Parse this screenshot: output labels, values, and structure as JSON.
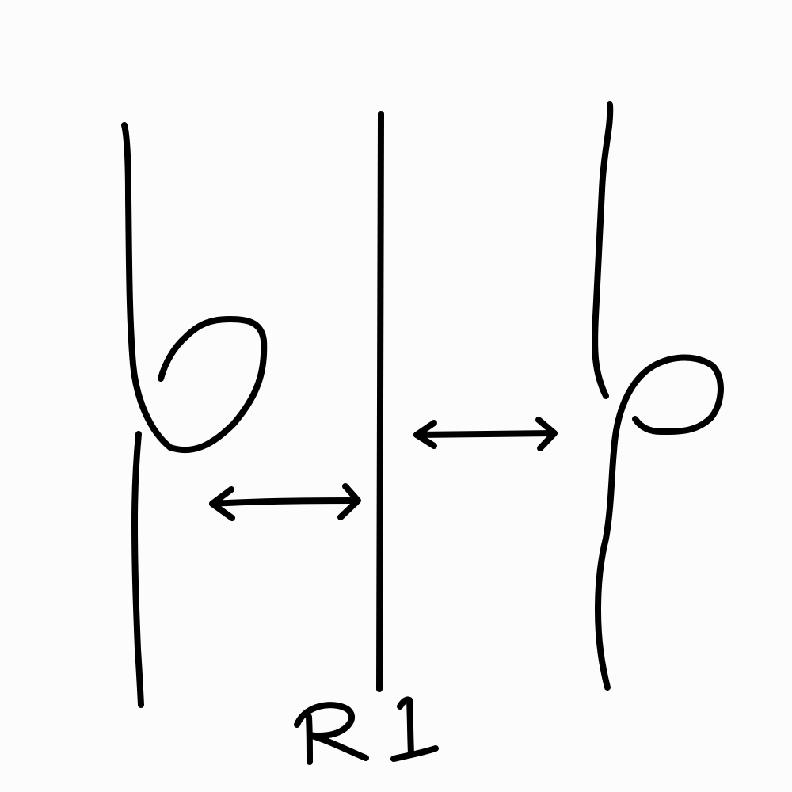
{
  "diagram": {
    "move_label": "R1",
    "ink_color": "#000000",
    "background_color": "#fcfcfc",
    "figures": [
      {
        "name": "left-strand-with-kink",
        "kind": "curl"
      },
      {
        "name": "center-straight-strand",
        "kind": "straight"
      },
      {
        "name": "right-strand-with-kink",
        "kind": "curl"
      }
    ],
    "arrows": [
      {
        "name": "equivalence-arrow-left",
        "kind": "double-headed"
      },
      {
        "name": "equivalence-arrow-right",
        "kind": "double-headed"
      }
    ]
  }
}
